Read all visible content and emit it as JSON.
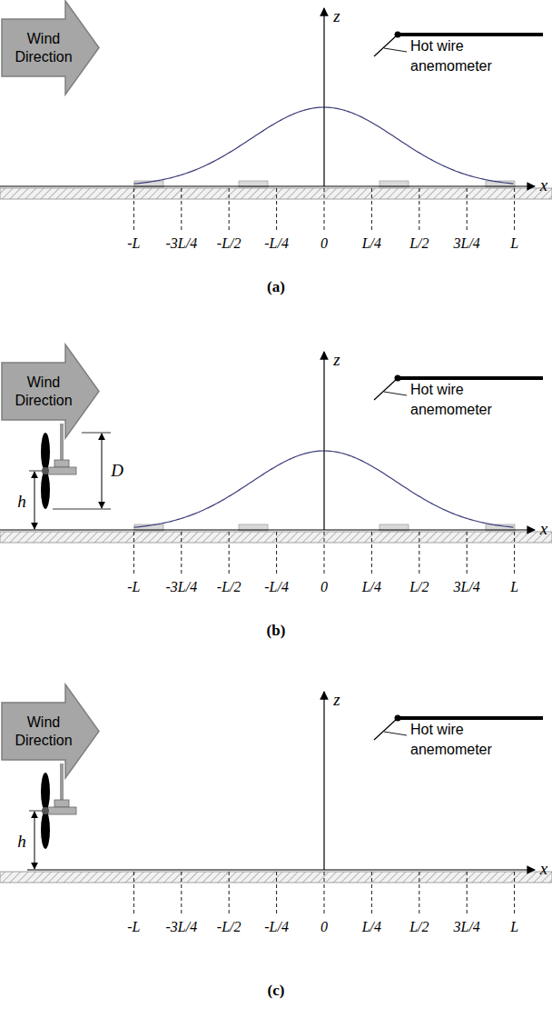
{
  "diagram": {
    "nodes": [
      {
        "text": [
          "Wind Direction"
        ]
      },
      {
        "text": [
          "Wind Direction"
        ]
      },
      {
        "text": [
          "Wind Direction"
        ]
      }
    ],
    "labels": [
      "z",
      "Hot wire anemometer",
      "x",
      "-L",
      "-3L/4",
      "-L/2",
      "-L/4",
      "0",
      "L/4",
      "L/2",
      "3L/4",
      "L",
      "(a)",
      "z",
      "Hot wire anemometer",
      "D",
      "h",
      "x",
      "-L",
      "-3L/4",
      "-L/2",
      "-L/4",
      "0",
      "L/4",
      "L/2",
      "3L/4",
      "L",
      "(b)",
      "z",
      "Hot wire anemometer",
      "h",
      "x",
      "-L",
      "-3L/4",
      "-L/2",
      "-L/4",
      "0",
      "L/4",
      "L/2",
      "3L/4",
      "L",
      "(c)"
    ]
  }
}
